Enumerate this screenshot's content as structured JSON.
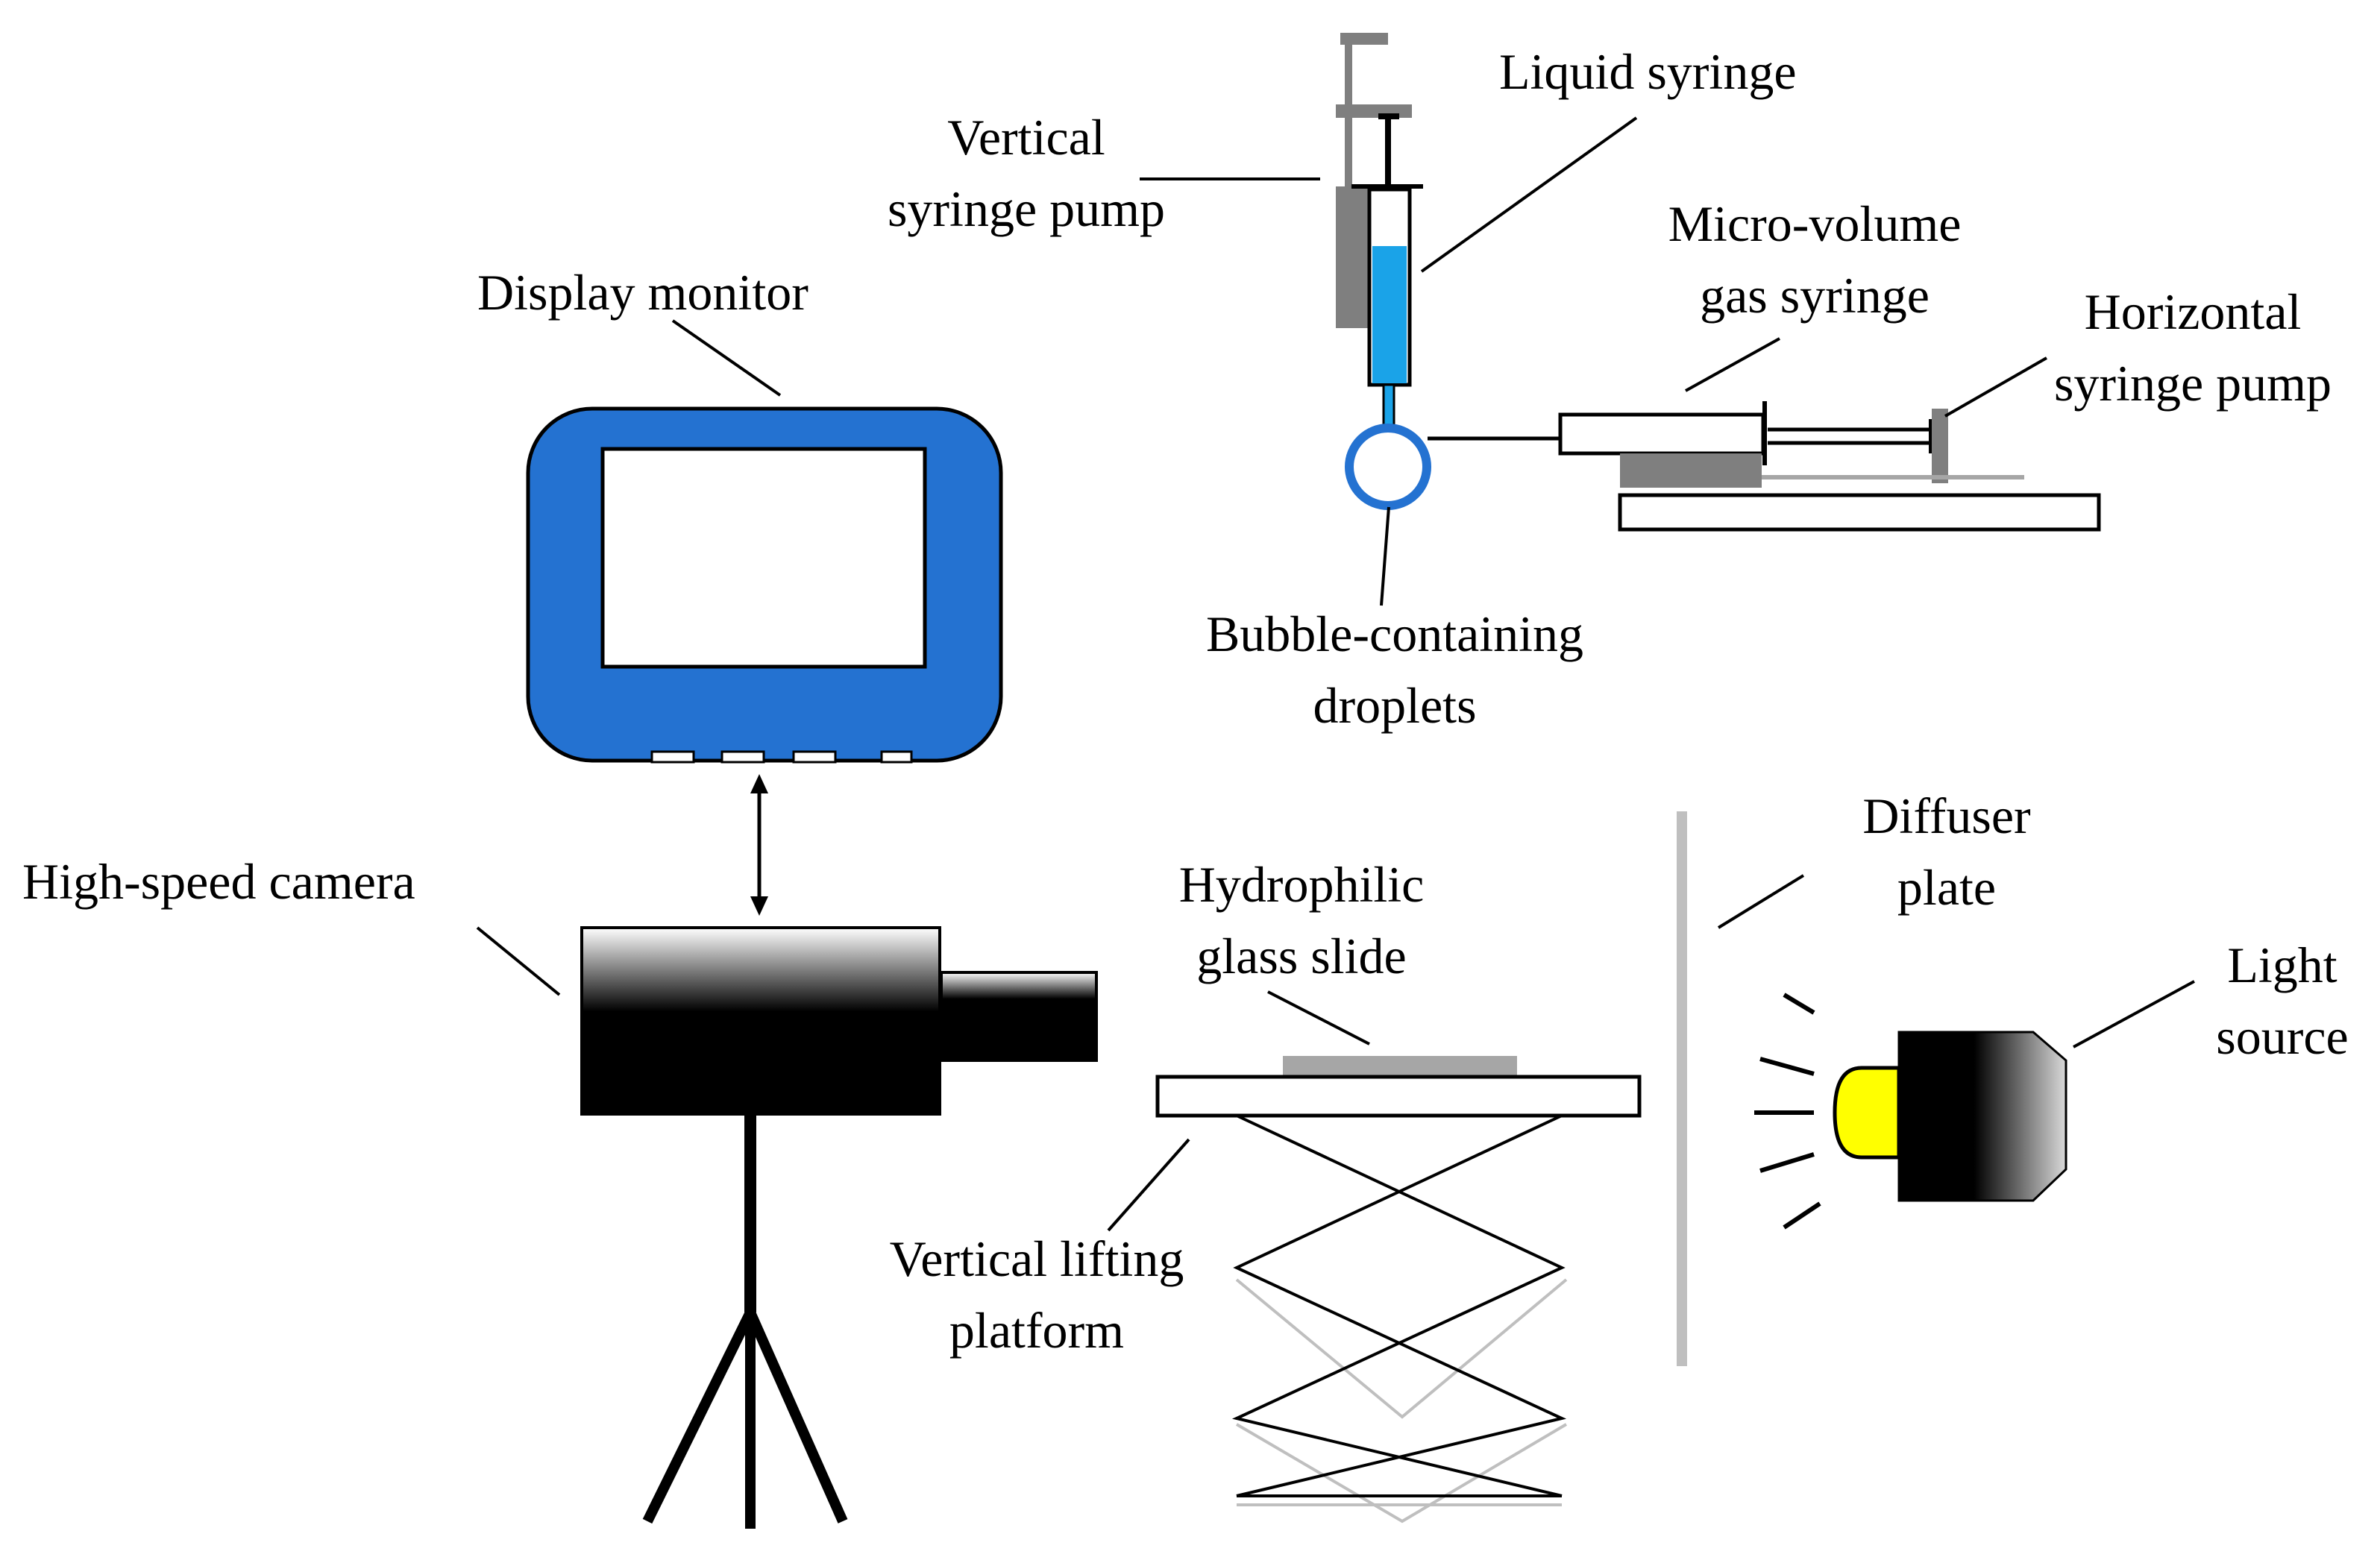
{
  "labels": {
    "liquid_syringe": [
      "Liquid syringe"
    ],
    "vertical_syringe_pump": [
      "Vertical",
      "syringe pump"
    ],
    "micro_volume_gas_syringe": [
      "Micro-volume",
      "gas syringe"
    ],
    "horizontal_syringe_pump": [
      "Horizontal",
      "syringe pump"
    ],
    "display_monitor": [
      "Display monitor"
    ],
    "bubble_containing_droplets": [
      "Bubble-containing",
      "droplets"
    ],
    "high_speed_camera": [
      "High-speed camera"
    ],
    "diffuser_plate": [
      "Diffuser",
      "plate"
    ],
    "hydrophilic_glass_slide": [
      "Hydrophilic",
      "glass slide"
    ],
    "light_source": [
      "Light",
      "source"
    ],
    "vertical_lifting_platform": [
      "Vertical lifting",
      "platform"
    ]
  },
  "colors": {
    "monitor_blue": "#2472d1",
    "liquid_blue": "#1aa3e8",
    "bulb_yellow": "#ffff00",
    "pump_gray": "#7f7f7f",
    "slide_gray": "#a6a6a6",
    "diffuser_gray": "#bfbfbf",
    "droplet_ring": "#2472d1"
  }
}
